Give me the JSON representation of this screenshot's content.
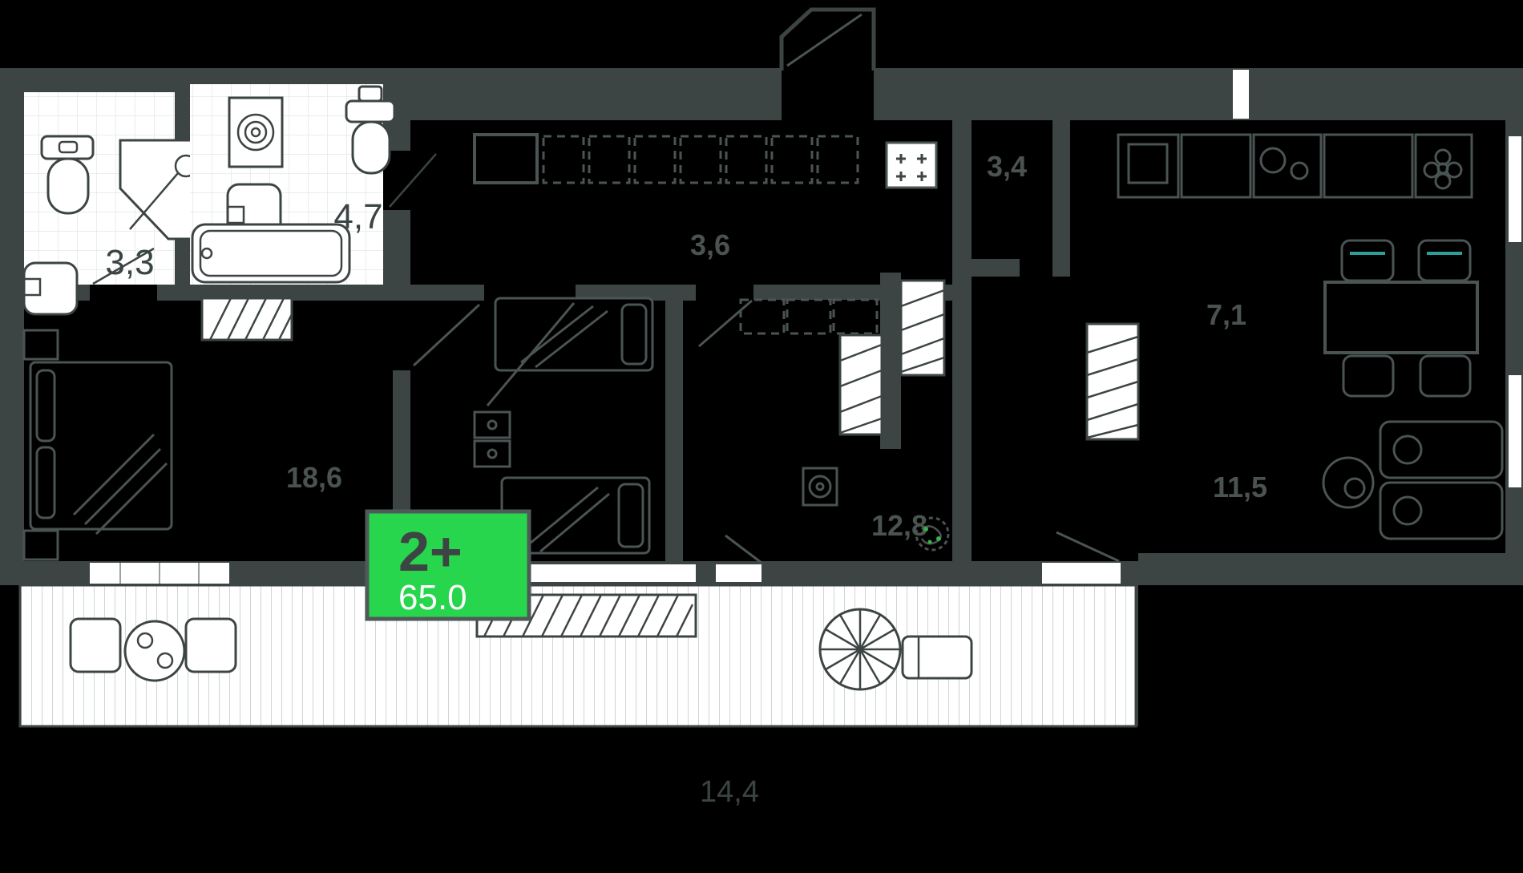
{
  "plan": {
    "badge": {
      "type": "2+",
      "area": "65.0",
      "bg_color": "#28D64E",
      "type_color": "#3D4544",
      "area_color": "#FFFFFF"
    },
    "rooms": [
      {
        "name": "bathroom-small",
        "area": "3,3"
      },
      {
        "name": "bathroom-large",
        "area": "4,7"
      },
      {
        "name": "hall-closet",
        "area": "3,6"
      },
      {
        "name": "entry-hall",
        "area": "3,4"
      },
      {
        "name": "kitchen",
        "area": "7,1"
      },
      {
        "name": "bedroom-left",
        "area": "18,6"
      },
      {
        "name": "bedroom-middle",
        "area": "12,8"
      },
      {
        "name": "living-room",
        "area": "11,5"
      },
      {
        "name": "terrace",
        "area": "14,4"
      }
    ],
    "colors": {
      "background": "#000000",
      "wall": "#3D4544",
      "wet_room_fill": "#FFFFFF",
      "tile_line": "#E3E8E7",
      "deck_line": "#CFD6D5",
      "furniture_line": "#4A5453",
      "dim_label": "#4A5350",
      "wet_label": "#3A4443",
      "chair_accent_teal": "#2E9E9B",
      "plant_green": "#37B24D"
    },
    "icons": [
      "toilet-icon",
      "shower-icon",
      "sink-icon",
      "washing-machine-icon",
      "bathtub-icon",
      "doormat-icon",
      "fridge-icon",
      "closet-icon",
      "stove-icon",
      "kitchen-counter-icon",
      "kitchen-sink-icon",
      "flower-icon",
      "dining-table-icon",
      "chair-icon",
      "wardrobe-icon",
      "double-bed-icon",
      "single-bed-icon",
      "nightstand-icon",
      "boiler-icon",
      "plant-icon",
      "swivel-chair-icon",
      "sofa-icon",
      "terrace-chair-icon",
      "terrace-table-icon",
      "planter-icon",
      "spiral-stair-icon",
      "lounger-icon",
      "door-swing-icon",
      "window",
      "entry-door-icon"
    ]
  }
}
